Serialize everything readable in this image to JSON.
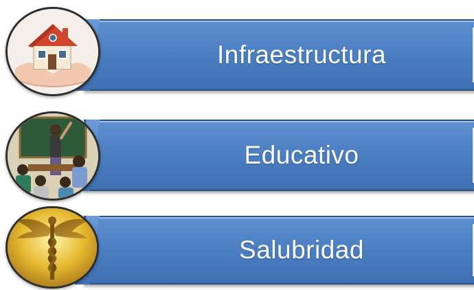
{
  "items": [
    {
      "label": "Infraestructura",
      "icon": "house-in-hands-icon"
    },
    {
      "label": "Educativo",
      "icon": "classroom-icon"
    },
    {
      "label": "Salubridad",
      "icon": "caduceus-icon"
    }
  ],
  "colors": {
    "banner": "#4a7dc0",
    "banner_border": "#2b4f86",
    "text": "#ffffff",
    "circle_border": "#2d2d2d"
  }
}
